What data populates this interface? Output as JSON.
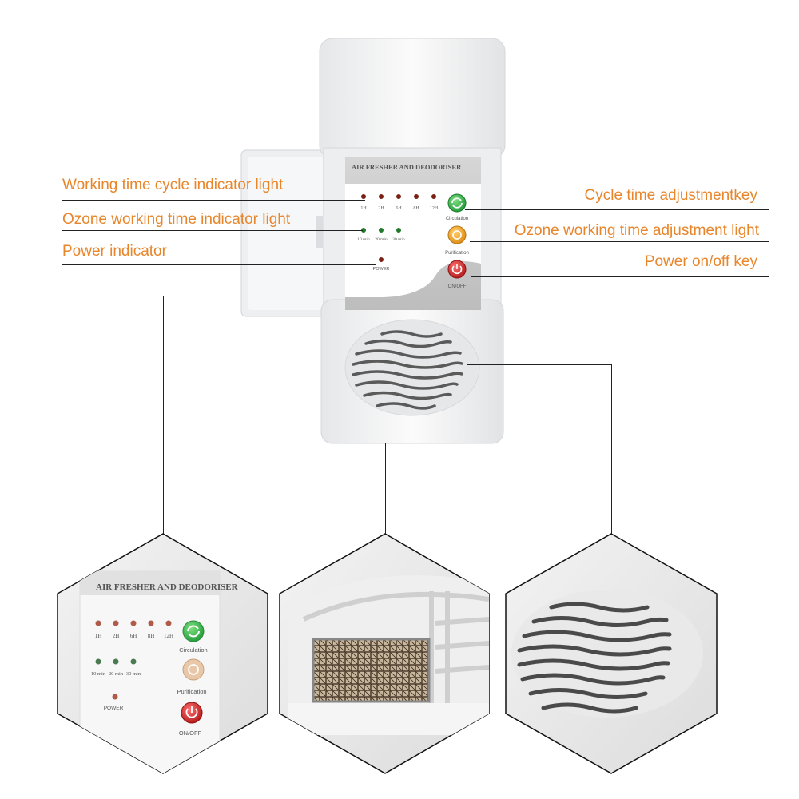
{
  "callouts": {
    "working_time_cycle": "Working time cycle indicator light",
    "ozone_working_time": "Ozone working time indicator light",
    "power_indicator": "Power indicator",
    "cycle_time_key": "Cycle time adjustmentkey",
    "ozone_adjust_light": "Ozone working time adjustment light",
    "power_key": "Power on/off key"
  },
  "panel": {
    "title": "AIR FRESHER AND DEODORISER",
    "hours": [
      "1H",
      "2H",
      "6H",
      "8H",
      "12H"
    ],
    "minutes": [
      "10 min",
      "20 min",
      "30 min"
    ],
    "power": "POWER",
    "circulation": "Circulation",
    "purification": "Purification",
    "onoff": "ON/OFF"
  },
  "colors": {
    "label": "#e8862c",
    "green_button": "#35b54a",
    "orange_button": "#f0a020",
    "red_button": "#d42a2a"
  }
}
